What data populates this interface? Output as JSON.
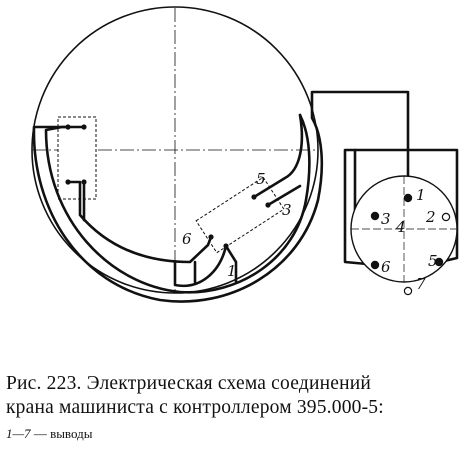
{
  "diagram": {
    "switch_labels": {
      "terminal_5": "5",
      "terminal_3": "3",
      "terminal_6": "6",
      "terminal_1": "1"
    },
    "controller_terminals": {
      "t1": "1",
      "t2": "2",
      "t3": "3",
      "t4": "4",
      "t5": "5",
      "t6": "6",
      "t7": "7"
    }
  },
  "caption": {
    "line1": "Рис. 223. Электрическая схема соединений",
    "line2": "крана машиниста с контроллером 395.000-5:",
    "legend_range": "1—7",
    "legend_text": " — выводы"
  }
}
